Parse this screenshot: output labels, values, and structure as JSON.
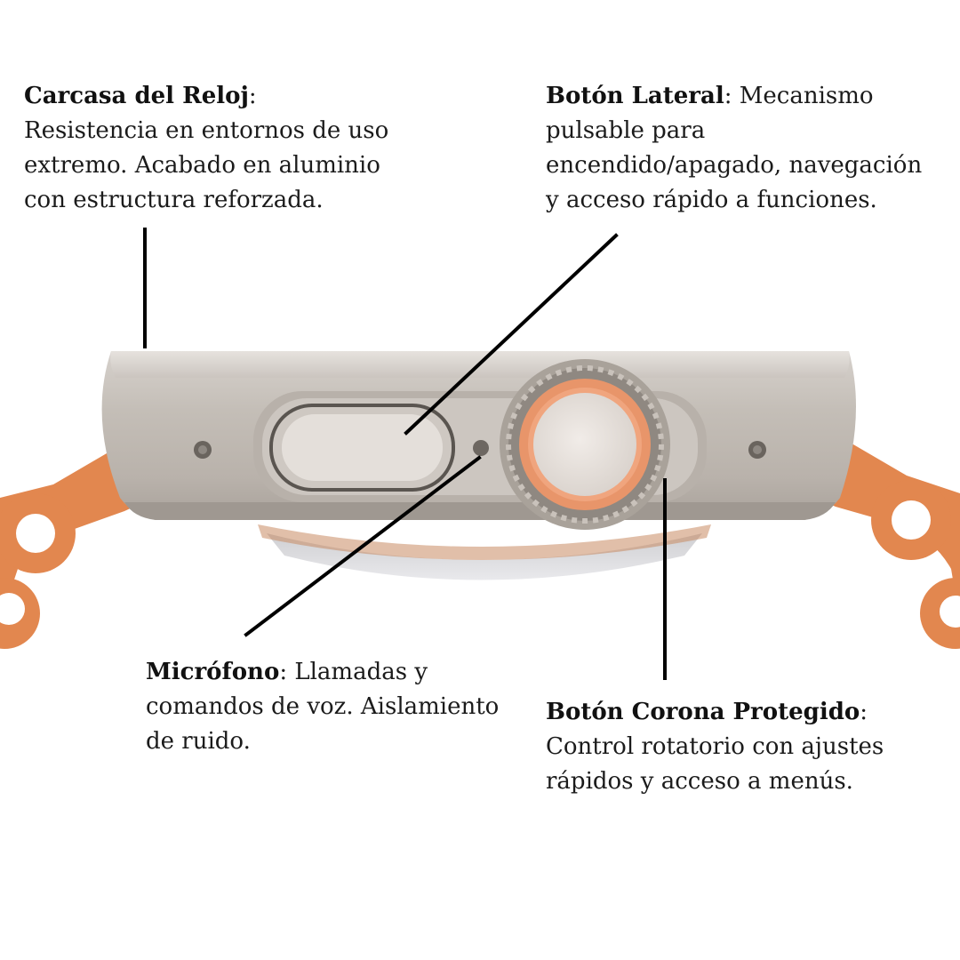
{
  "callouts": {
    "carcasa": {
      "title": "Carcasa del Reloj",
      "text": ": Resistencia en entornos de uso extremo. Acabado en aluminio con estructura reforzada."
    },
    "lateral": {
      "title": "Botón Lateral",
      "text": ": Mecanismo pulsable para encendido/apagado, navegación y acceso rápido a funciones."
    },
    "microfono": {
      "title": "Micrófono",
      "text": ": Llamadas y comandos de voz. Aislamiento de ruido."
    },
    "corona": {
      "title": "Botón Corona Protegido",
      "text": ": Control rotatorio con ajustes rápidos y acceso a menús."
    }
  },
  "colors": {
    "band": "#e2874f",
    "case": "#c9c3bd",
    "crown_ring": "#e8956a",
    "leader_line": "#000000"
  }
}
